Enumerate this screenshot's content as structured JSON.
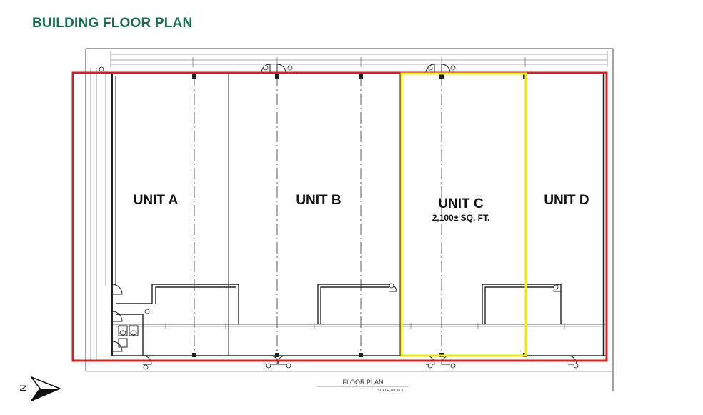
{
  "page": {
    "title": "BUILDING FLOOR PLAN"
  },
  "plan": {
    "units": [
      {
        "id": "unit-a",
        "label": "UNIT A",
        "area": ""
      },
      {
        "id": "unit-b",
        "label": "UNIT B",
        "area": ""
      },
      {
        "id": "unit-c",
        "label": "UNIT C",
        "area": "2,100± SQ. FT."
      },
      {
        "id": "unit-d",
        "label": "UNIT D",
        "area": ""
      }
    ],
    "caption": "FLOOR PLAN",
    "scale_note": "SCALE 1/8\"=1'-0\"",
    "highlight": {
      "building_outline_color": "#d0202a",
      "selected_unit_color": "#f2e61b",
      "selected_unit": "UNIT C"
    },
    "north_arrow": {
      "letter": "N",
      "icon": "north-arrow-icon"
    }
  }
}
